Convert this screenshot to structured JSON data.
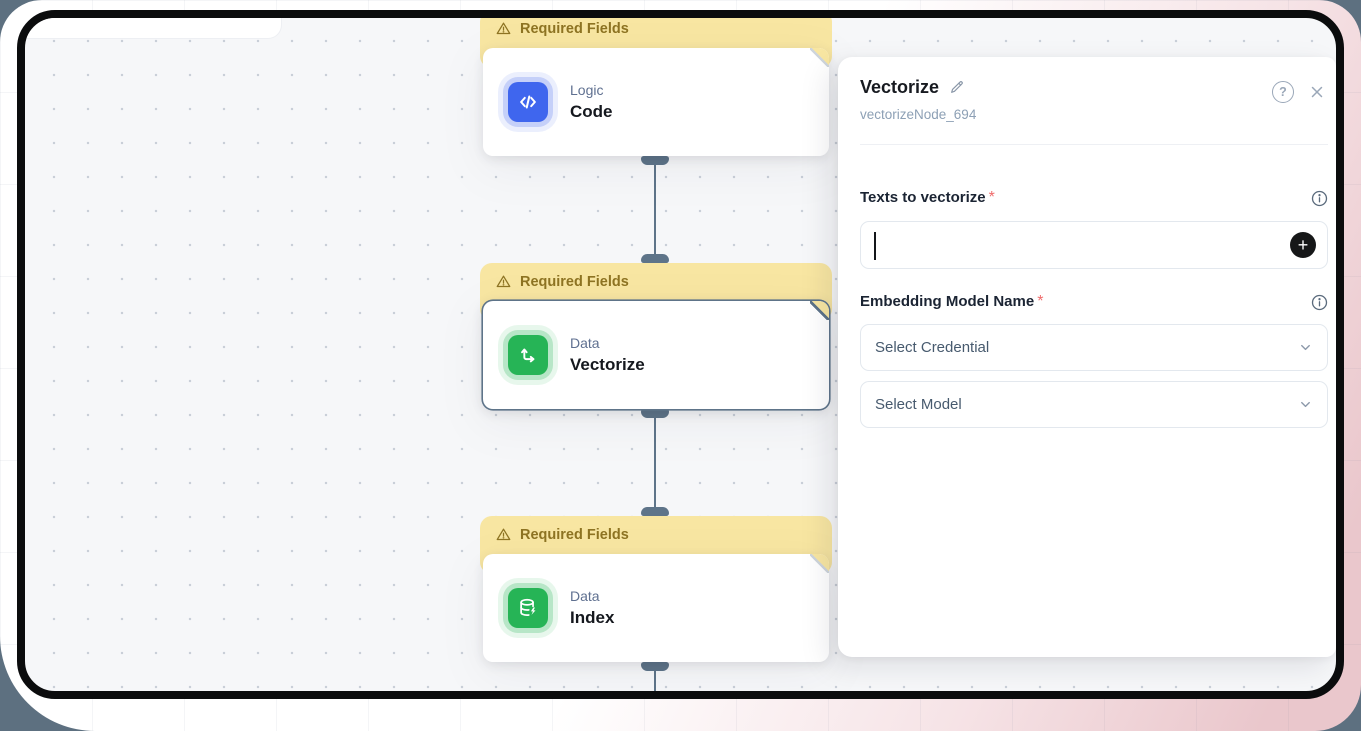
{
  "banner_label": "Required Fields",
  "nodes": [
    {
      "banner": "Required Fields",
      "category": "Logic",
      "title": "Code",
      "icon": "code-icon",
      "accent": "#3f66ee",
      "selected": false
    },
    {
      "banner": "Required Fields",
      "category": "Data",
      "title": "Vectorize",
      "icon": "vector-axes-icon",
      "accent": "#26b456",
      "selected": true
    },
    {
      "banner": "Required Fields",
      "category": "Data",
      "title": "Index",
      "icon": "database-bolt-icon",
      "accent": "#26b456",
      "selected": false
    }
  ],
  "panel": {
    "title": "Vectorize",
    "subtitle": "vectorizeNode_694",
    "help_label": "?",
    "fields": {
      "texts_label": "Texts to vectorize",
      "required_marker": "*",
      "embedding_label": "Embedding Model Name",
      "credential_placeholder": "Select Credential",
      "model_placeholder": "Select Model",
      "add_button_label": "+"
    }
  },
  "colors": {
    "banner_bg": "#f8e6a2",
    "banner_text": "#8e7423",
    "connector": "#5e7489",
    "node_blue": "#3f66ee",
    "node_green": "#26b456",
    "outer_pink": "#eac7cc",
    "outer_slate": "#5d7080",
    "required_red": "#ef6a6a"
  }
}
